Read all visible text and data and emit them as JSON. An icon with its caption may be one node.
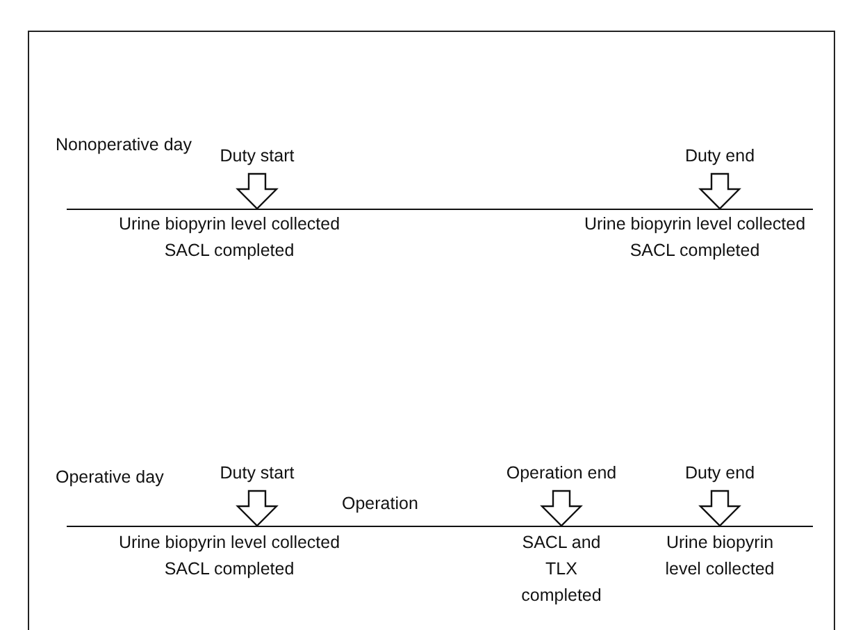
{
  "diagram": {
    "nodes": [
      {
        "text": [],
        "shape": "bar"
      },
      {
        "text": [
          "Duty start"
        ]
      },
      {
        "text": [
          "Duty end"
        ]
      },
      {
        "text": [],
        "shape": "bar"
      },
      {
        "text": [
          "Duty start"
        ]
      },
      {
        "text": [
          "Operation end"
        ]
      },
      {
        "text": [
          "Duty end"
        ]
      }
    ],
    "edges": [
      {
        "from": 1,
        "to": 0,
        "arrow": "to"
      },
      {
        "from": 2,
        "to": 0,
        "arrow": "to"
      },
      {
        "from": 4,
        "to": 3,
        "arrow": "to"
      },
      {
        "from": 5,
        "to": 3,
        "arrow": "to"
      },
      {
        "from": 6,
        "to": 3,
        "arrow": "to"
      }
    ],
    "labels": [
      "Nonoperative day",
      "Urine biopyrin level collected SACL completed",
      "Urine biopyrin level collected SACL completed",
      "Operative day",
      "Operation",
      "Urine biopyrin level collected SACL completed",
      "SACL and TLX completed",
      "Urine biopyrin level collected"
    ]
  }
}
